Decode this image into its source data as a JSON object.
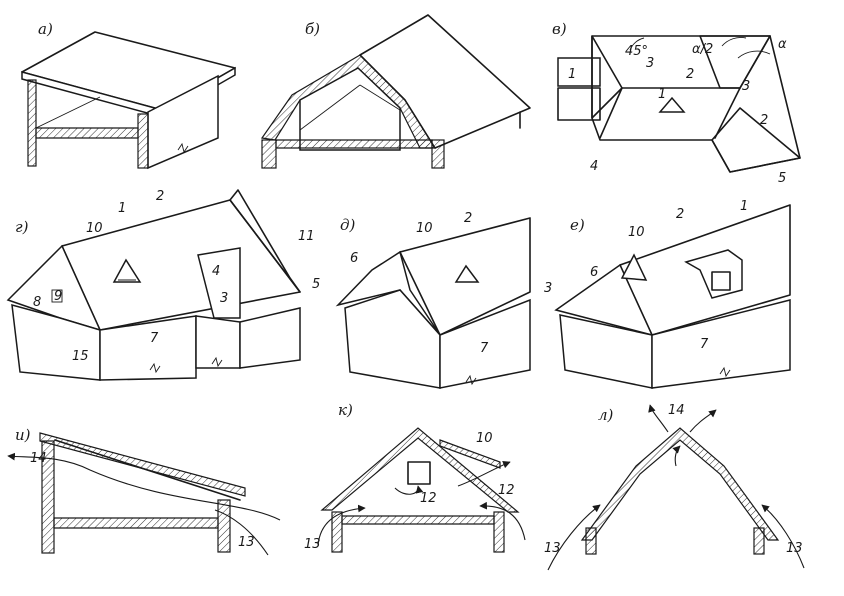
{
  "panels": {
    "a": {
      "label": "а)"
    },
    "b": {
      "label": "б)"
    },
    "v": {
      "label": "в)",
      "n1": "1",
      "n1b": "1",
      "n2": "2",
      "n2b": "2",
      "n3": "3",
      "n3b": "3",
      "n4": "4",
      "n5": "5",
      "angle45": "45°",
      "alpha_half": "α/2",
      "alpha": "α"
    },
    "g": {
      "label": "г)",
      "n1": "1",
      "n2": "2",
      "n3": "3",
      "n4": "4",
      "n5": "5",
      "n7": "7",
      "n8": "8",
      "n9": "9",
      "n10": "10",
      "n11": "11",
      "n15": "15"
    },
    "d": {
      "label": "д)",
      "n2": "2",
      "n6": "6",
      "n7": "7",
      "n10": "10"
    },
    "e": {
      "label": "е)",
      "n1": "1",
      "n2": "2",
      "n3": "3",
      "n6": "6",
      "n7": "7",
      "n10": "10"
    },
    "i": {
      "label": "и)",
      "n13": "13",
      "n14": "14"
    },
    "k": {
      "label": "к)",
      "n10": "10",
      "n12": "12",
      "n12b": "12",
      "n13": "13"
    },
    "l": {
      "label": "л)",
      "n13": "13",
      "n13b": "13",
      "n14": "14"
    }
  }
}
